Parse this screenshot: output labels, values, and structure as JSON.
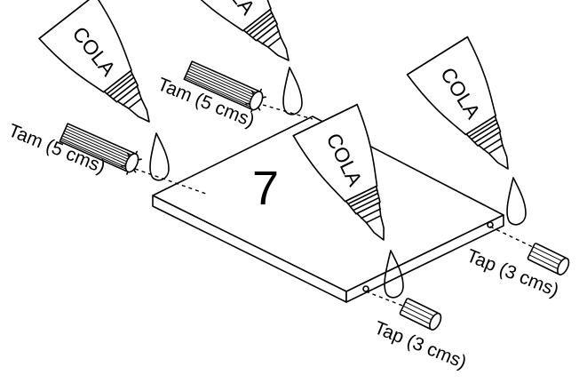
{
  "panel_number": "7",
  "glue_label": "COLA",
  "dowel_label": "Tam (5 cms)",
  "cap_label": "Tap (3 cms)"
}
